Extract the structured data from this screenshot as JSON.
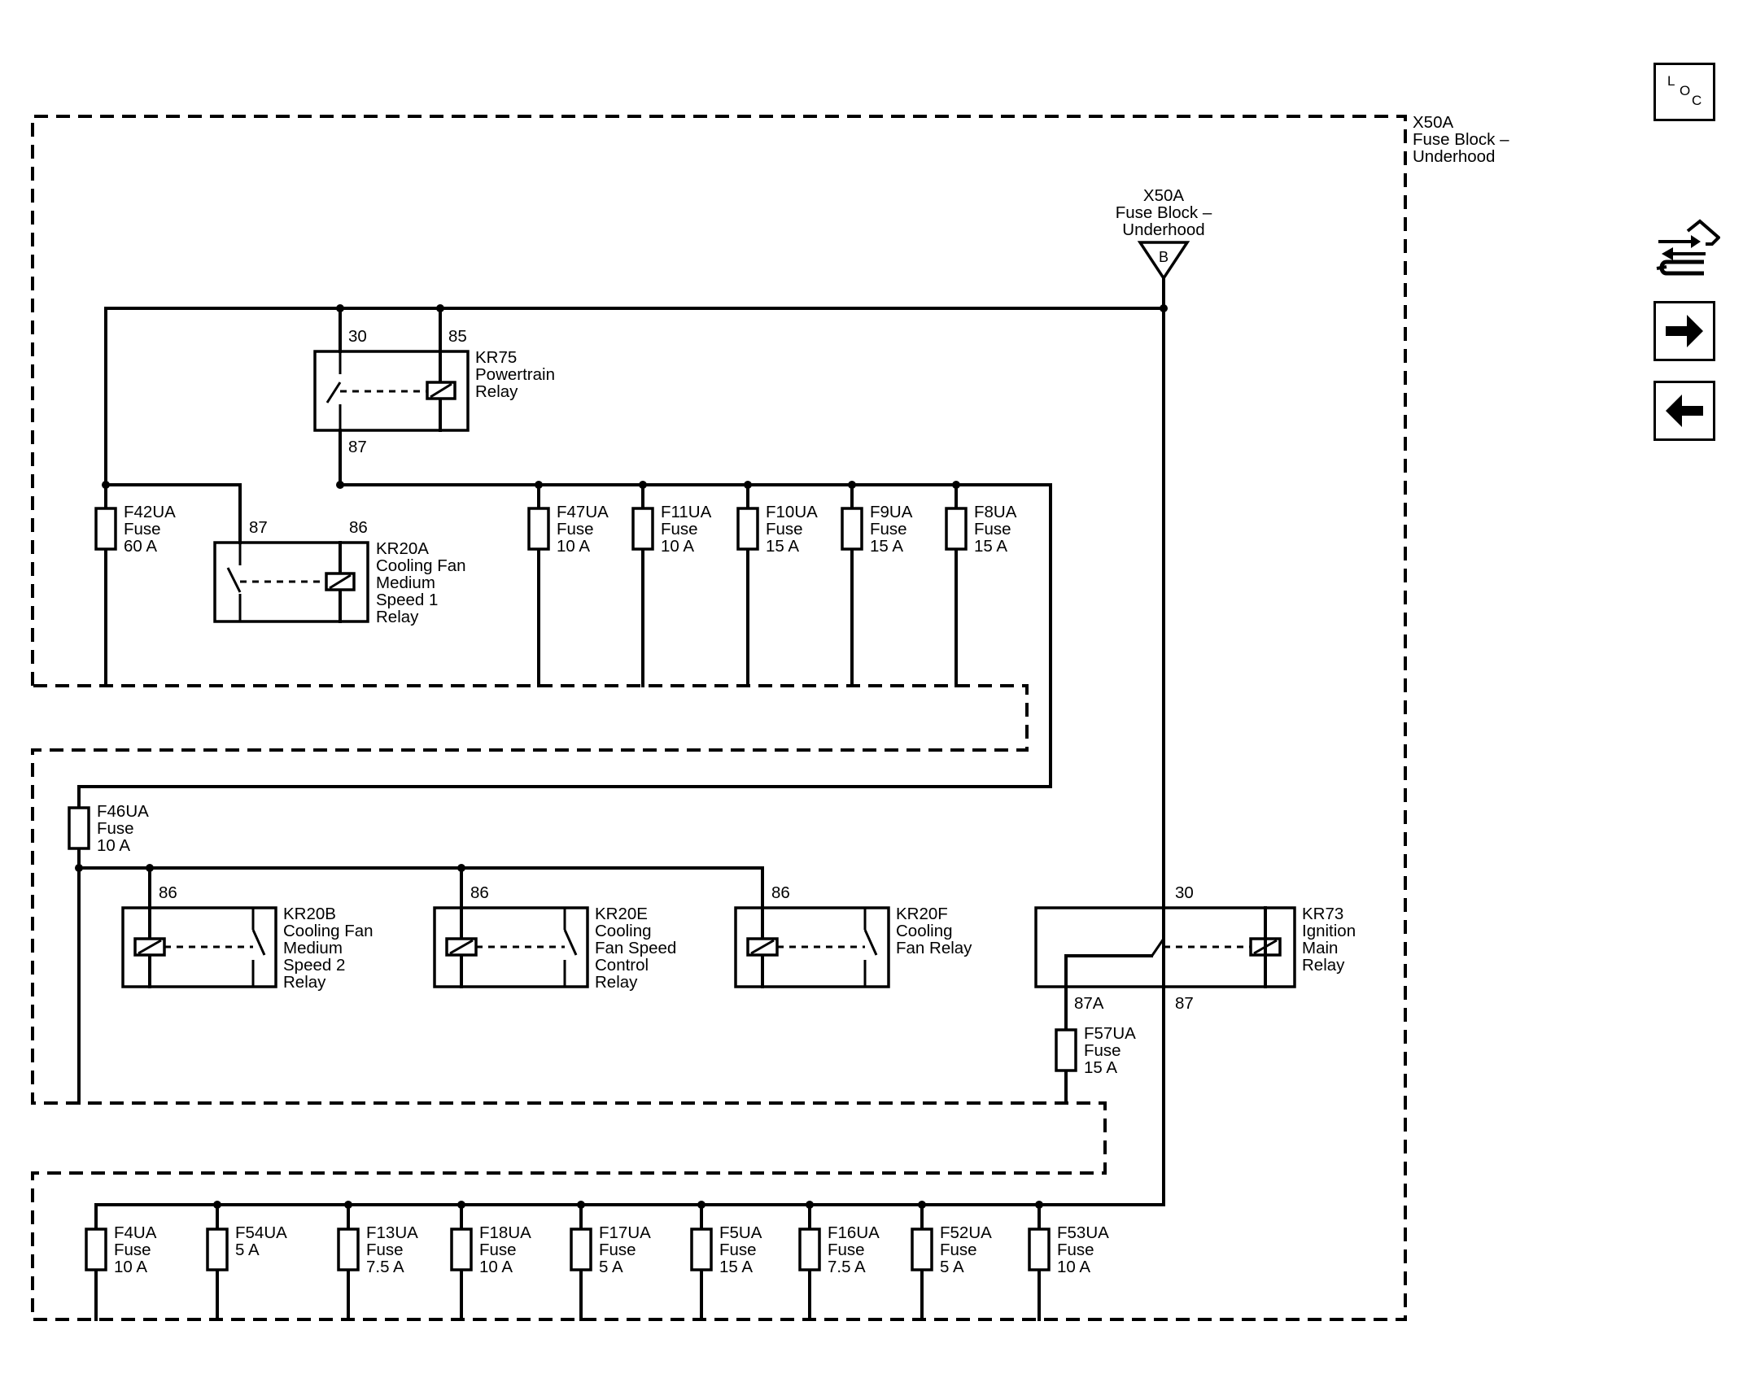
{
  "header": {
    "block_id": "X50A",
    "block_name_line1": "Fuse Block –",
    "block_name_line2": "Underhood"
  },
  "source": {
    "id": "X50A",
    "line1": "Fuse Block –",
    "line2": "Underhood",
    "pin": "B"
  },
  "relays": {
    "kr75": {
      "line1": "KR75",
      "line2": "Powertrain",
      "line3": "Relay",
      "pin_a": "30",
      "pin_b": "85",
      "pin_c": "87"
    },
    "kr20a": {
      "line1": "KR20A",
      "line2": "Cooling Fan",
      "line3": "Medium",
      "line4": "Speed 1",
      "line5": "Relay",
      "pin_a": "87",
      "pin_b": "86"
    },
    "kr20b": {
      "line1": "KR20B",
      "line2": "Cooling Fan",
      "line3": "Medium",
      "line4": "Speed 2",
      "line5": "Relay",
      "pin": "86"
    },
    "kr20e": {
      "line1": "KR20E",
      "line2": "Cooling",
      "line3": "Fan Speed",
      "line4": "Control",
      "line5": "Relay",
      "pin": "86"
    },
    "kr20f": {
      "line1": "KR20F",
      "line2": "Cooling",
      "line3": "Fan Relay",
      "pin": "86"
    },
    "kr73": {
      "line1": "KR73",
      "line2": "Ignition",
      "line3": "Main",
      "line4": "Relay",
      "pin_a": "30",
      "pin_b": "87A",
      "pin_c": "87"
    }
  },
  "fuses": {
    "f42ua": {
      "id": "F42UA",
      "type": "Fuse",
      "rating": "60 A"
    },
    "f47ua": {
      "id": "F47UA",
      "type": "Fuse",
      "rating": "10 A"
    },
    "f11ua": {
      "id": "F11UA",
      "type": "Fuse",
      "rating": "10 A"
    },
    "f10ua": {
      "id": "F10UA",
      "type": "Fuse",
      "rating": "15 A"
    },
    "f9ua": {
      "id": "F9UA",
      "type": "Fuse",
      "rating": "15 A"
    },
    "f8ua": {
      "id": "F8UA",
      "type": "Fuse",
      "rating": "15 A"
    },
    "f46ua": {
      "id": "F46UA",
      "type": "Fuse",
      "rating": "10 A"
    },
    "f57ua": {
      "id": "F57UA",
      "type": "Fuse",
      "rating": "15 A"
    },
    "f4ua": {
      "id": "F4UA",
      "type": "Fuse",
      "rating": "10 A"
    },
    "f54ua": {
      "id": "F54UA",
      "rating": "5 A"
    },
    "f13ua": {
      "id": "F13UA",
      "type": "Fuse",
      "rating": "7.5 A"
    },
    "f18ua": {
      "id": "F18UA",
      "type": "Fuse",
      "rating": "10 A"
    },
    "f17ua": {
      "id": "F17UA",
      "type": "Fuse",
      "rating": "5 A"
    },
    "f5ua": {
      "id": "F5UA",
      "type": "Fuse",
      "rating": "15 A"
    },
    "f16ua": {
      "id": "F16UA",
      "type": "Fuse",
      "rating": "7.5 A"
    },
    "f52ua": {
      "id": "F52UA",
      "type": "Fuse",
      "rating": "5 A"
    },
    "f53ua": {
      "id": "F53UA",
      "type": "Fuse",
      "rating": "10 A"
    }
  },
  "nav": {
    "loc": {
      "l": "L",
      "o": "O",
      "c": "C",
      "icon": "location-icon"
    },
    "service": {
      "icon": "service-tools-icon"
    },
    "next": {
      "icon": "arrow-right-icon"
    },
    "prev": {
      "icon": "arrow-left-icon"
    }
  }
}
